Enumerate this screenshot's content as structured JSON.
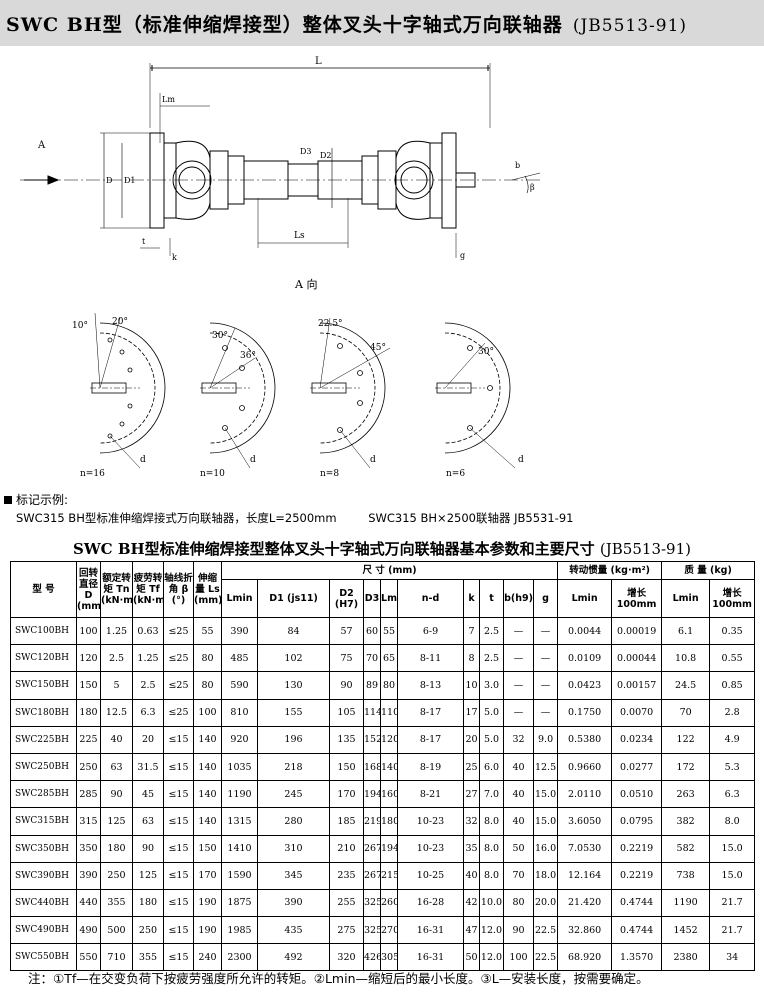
{
  "header": {
    "title": "SWC BH型（标准伸缩焊接型）整体叉头十字轴式万向联轴器",
    "standard": "(JB5513-91)"
  },
  "drawing": {
    "labels": {
      "L": "L",
      "Lm": "Lm",
      "A": "A",
      "D": "D",
      "D1": "D1",
      "D2": "D2",
      "D3": "D3",
      "Ls": "Ls",
      "t": "t",
      "k": "k",
      "b": "b",
      "beta": "β",
      "g": "g",
      "view": "A 向"
    },
    "views": [
      {
        "n": "n=16",
        "a1": "10°",
        "a2": "20°",
        "d": "d"
      },
      {
        "n": "n=10",
        "a1": "30°",
        "a2": "36°",
        "d": "d"
      },
      {
        "n": "n=8",
        "a1": "22.5°",
        "a2": "45°",
        "d": "d"
      },
      {
        "n": "n=6",
        "a1": "30°",
        "a2": "",
        "d": "d"
      }
    ]
  },
  "notes": {
    "heading": "标记示例:",
    "example1": "SWC315 BH型标准伸缩焊接式万向联轴器，长度L=2500mm",
    "example2": "SWC315 BH×2500联轴器 JB5531-91"
  },
  "table": {
    "title": "SWC BH型标准伸缩焊接型整体叉头十字轴式万向联轴器基本参数和主要尺寸",
    "standard": "(JB5513-91)",
    "headers": {
      "model": "型 号",
      "D": "回转直径 D (mm)",
      "Tn": "额定转矩 Tn (kN·m)",
      "Tf": "疲劳转矩 Tf (kN·m)",
      "beta": "轴线折角 β (°)",
      "Ls": "伸缩量 Ls (mm)",
      "dims": "尺 寸 (mm)",
      "Lmin": "Lmin",
      "D1": "D1 (js11)",
      "D2": "D2 (H7)",
      "D3": "D3",
      "Lm": "Lm",
      "nd": "n-d",
      "k": "k",
      "t": "t",
      "b": "b(h9)",
      "g": "g",
      "inertia": "转动惯量 (kg·m²)",
      "inertia_lmin": "Lmin",
      "inertia_inc": "增长 100mm",
      "mass": "质 量 (kg)",
      "mass_lmin": "Lmin",
      "mass_inc": "增长 100mm"
    },
    "rows": [
      [
        "SWC100BH",
        "100",
        "1.25",
        "0.63",
        "≤25",
        "55",
        "390",
        "84",
        "57",
        "60",
        "55",
        "6-9",
        "7",
        "2.5",
        "—",
        "—",
        "0.0044",
        "0.00019",
        "6.1",
        "0.35"
      ],
      [
        "SWC120BH",
        "120",
        "2.5",
        "1.25",
        "≤25",
        "80",
        "485",
        "102",
        "75",
        "70",
        "65",
        "8-11",
        "8",
        "2.5",
        "—",
        "—",
        "0.0109",
        "0.00044",
        "10.8",
        "0.55"
      ],
      [
        "SWC150BH",
        "150",
        "5",
        "2.5",
        "≤25",
        "80",
        "590",
        "130",
        "90",
        "89",
        "80",
        "8-13",
        "10",
        "3.0",
        "—",
        "—",
        "0.0423",
        "0.00157",
        "24.5",
        "0.85"
      ],
      [
        "SWC180BH",
        "180",
        "12.5",
        "6.3",
        "≤25",
        "100",
        "810",
        "155",
        "105",
        "114",
        "110",
        "8-17",
        "17",
        "5.0",
        "—",
        "—",
        "0.1750",
        "0.0070",
        "70",
        "2.8"
      ],
      [
        "SWC225BH",
        "225",
        "40",
        "20",
        "≤15",
        "140",
        "920",
        "196",
        "135",
        "152",
        "120",
        "8-17",
        "20",
        "5.0",
        "32",
        "9.0",
        "0.5380",
        "0.0234",
        "122",
        "4.9"
      ],
      [
        "SWC250BH",
        "250",
        "63",
        "31.5",
        "≤15",
        "140",
        "1035",
        "218",
        "150",
        "168",
        "140",
        "8-19",
        "25",
        "6.0",
        "40",
        "12.5",
        "0.9660",
        "0.0277",
        "172",
        "5.3"
      ],
      [
        "SWC285BH",
        "285",
        "90",
        "45",
        "≤15",
        "140",
        "1190",
        "245",
        "170",
        "194",
        "160",
        "8-21",
        "27",
        "7.0",
        "40",
        "15.0",
        "2.0110",
        "0.0510",
        "263",
        "6.3"
      ],
      [
        "SWC315BH",
        "315",
        "125",
        "63",
        "≤15",
        "140",
        "1315",
        "280",
        "185",
        "219",
        "180",
        "10-23",
        "32",
        "8.0",
        "40",
        "15.0",
        "3.6050",
        "0.0795",
        "382",
        "8.0"
      ],
      [
        "SWC350BH",
        "350",
        "180",
        "90",
        "≤15",
        "150",
        "1410",
        "310",
        "210",
        "267",
        "194",
        "10-23",
        "35",
        "8.0",
        "50",
        "16.0",
        "7.0530",
        "0.2219",
        "582",
        "15.0"
      ],
      [
        "SWC390BH",
        "390",
        "250",
        "125",
        "≤15",
        "170",
        "1590",
        "345",
        "235",
        "267",
        "215",
        "10-25",
        "40",
        "8.0",
        "70",
        "18.0",
        "12.164",
        "0.2219",
        "738",
        "15.0"
      ],
      [
        "SWC440BH",
        "440",
        "355",
        "180",
        "≤15",
        "190",
        "1875",
        "390",
        "255",
        "325",
        "260",
        "16-28",
        "42",
        "10.0",
        "80",
        "20.0",
        "21.420",
        "0.4744",
        "1190",
        "21.7"
      ],
      [
        "SWC490BH",
        "490",
        "500",
        "250",
        "≤15",
        "190",
        "1985",
        "435",
        "275",
        "325",
        "270",
        "16-31",
        "47",
        "12.0",
        "90",
        "22.5",
        "32.860",
        "0.4744",
        "1452",
        "21.7"
      ],
      [
        "SWC550BH",
        "550",
        "710",
        "355",
        "≤15",
        "240",
        "2300",
        "492",
        "320",
        "426",
        "305",
        "16-31",
        "50",
        "12.0",
        "100",
        "22.5",
        "68.920",
        "1.3570",
        "2380",
        "34"
      ]
    ]
  },
  "footer": {
    "note": "注：①Tf—在交变负荷下按疲劳强度所允许的转矩。②Lmin—缩短后的最小长度。③L—安装长度，按需要确定。"
  }
}
